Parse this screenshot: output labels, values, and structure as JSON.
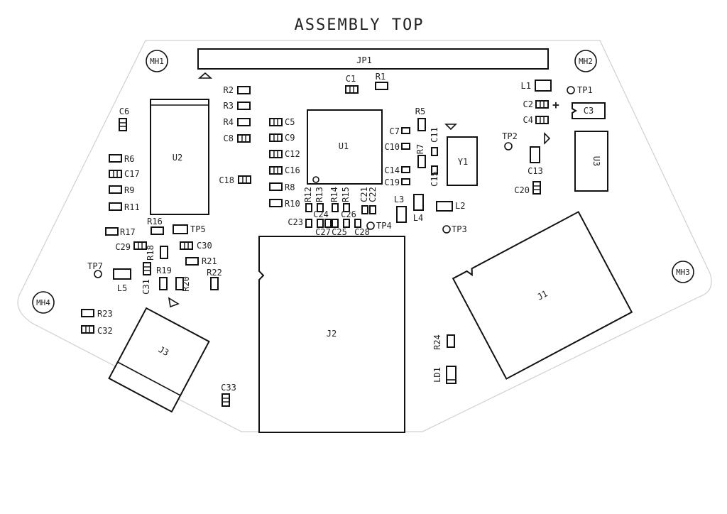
{
  "title": "ASSEMBLY TOP",
  "mounting_holes": [
    "MH1",
    "MH2",
    "MH3",
    "MH4"
  ],
  "test_points": [
    "TP1",
    "TP2",
    "TP3",
    "TP4",
    "TP5",
    "TP7"
  ],
  "polarity_mark": "+",
  "components": {
    "JP1": "JP1",
    "U1": "U1",
    "U2": "U2",
    "U3": "U3",
    "Y1": "Y1",
    "J1": "J1",
    "J2": "J2",
    "J3": "J3",
    "LD1": "LD1",
    "L1": "L1",
    "L2": "L2",
    "L3": "L3",
    "L4": "L4",
    "L5": "L5",
    "R1": "R1",
    "R2": "R2",
    "R3": "R3",
    "R4": "R4",
    "R5": "R5",
    "R6": "R6",
    "R7": "R7",
    "R8": "R8",
    "R9": "R9",
    "R10": "R10",
    "R11": "R11",
    "R12": "R12",
    "R13": "R13",
    "R14": "R14",
    "R15": "R15",
    "R16": "R16",
    "R17": "R17",
    "R18": "R18",
    "R19": "R19",
    "R20": "R20",
    "R21": "R21",
    "R22": "R22",
    "R23": "R23",
    "R24": "R24",
    "C1": "C1",
    "C2": "C2",
    "C3": "C3",
    "C4": "C4",
    "C5": "C5",
    "C6": "C6",
    "C7": "C7",
    "C8": "C8",
    "C9": "C9",
    "C10": "C10",
    "C11": "C11",
    "C12": "C12",
    "C13": "C13",
    "C14": "C14",
    "C15": "C15",
    "C16": "C16",
    "C17": "C17",
    "C18": "C18",
    "C19": "C19",
    "C20": "C20",
    "C21": "C21",
    "C22": "C22",
    "C23": "C23",
    "C24": "C24",
    "C25": "C25",
    "C26": "C26",
    "C27": "C27",
    "C28": "C28",
    "C29": "C29",
    "C30": "C30",
    "C31": "C31",
    "C32": "C32",
    "C33": "C33"
  }
}
